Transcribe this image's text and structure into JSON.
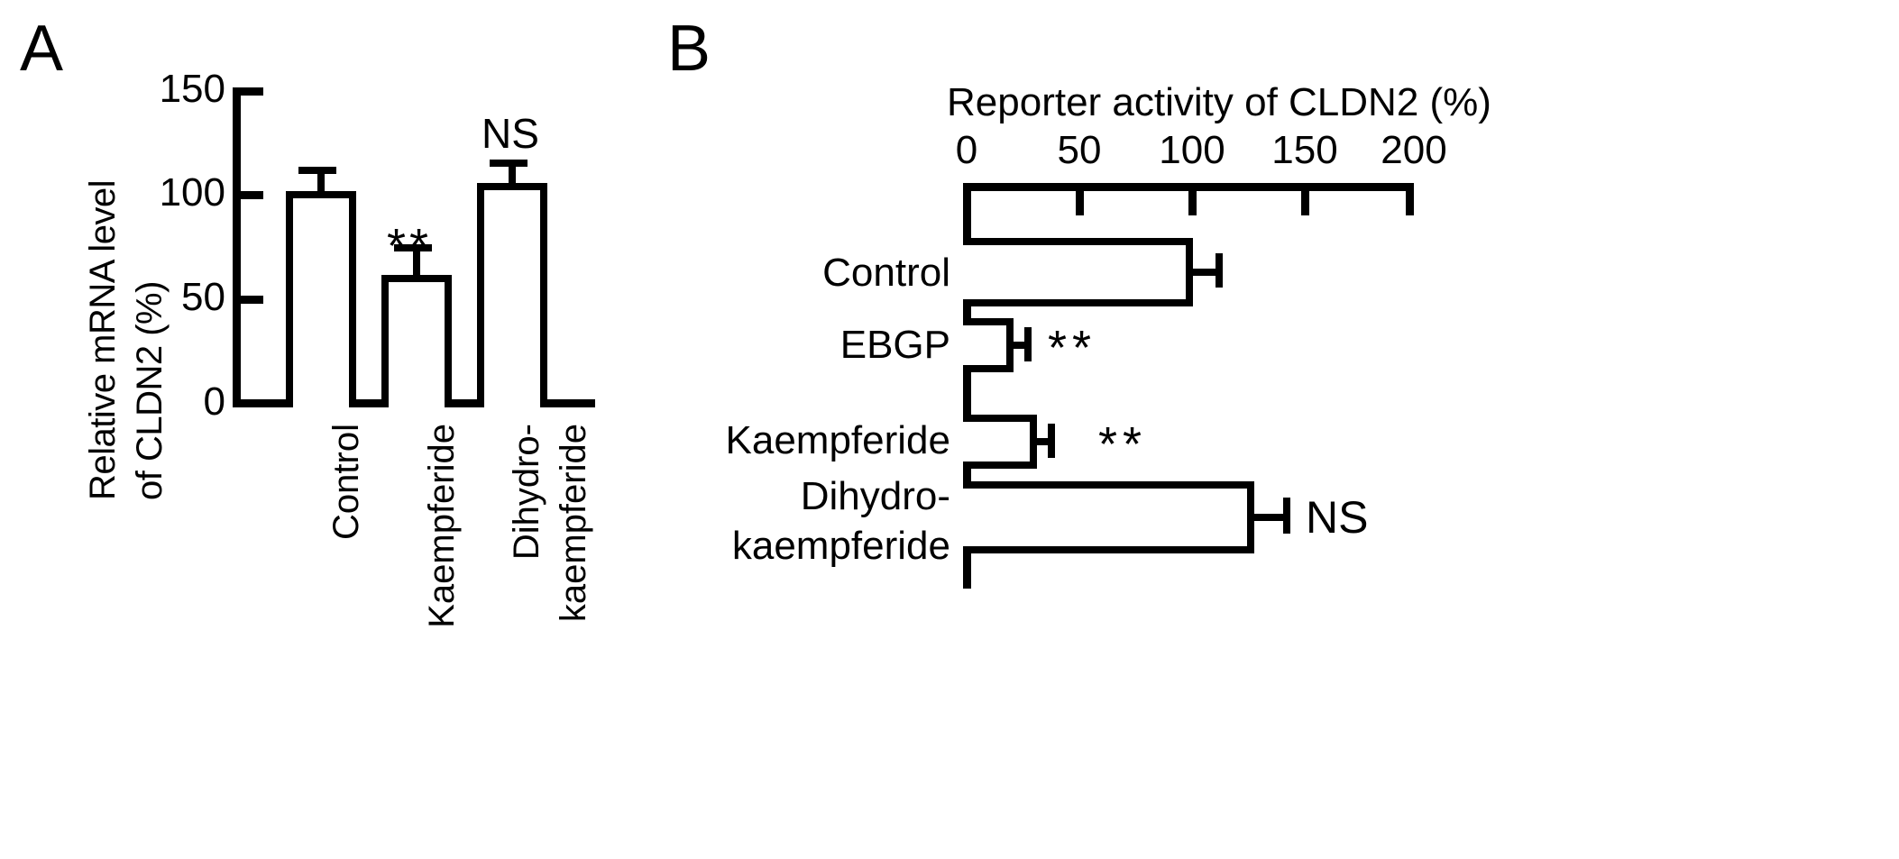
{
  "figure": {
    "panel_a_letter": "A",
    "panel_b_letter": "B"
  },
  "chart_data": [
    {
      "type": "bar",
      "panel": "A",
      "title": "",
      "xlabel": "",
      "ylabel_line1": "Relative mRNA level",
      "ylabel_line2": "of CLDN2 (%)",
      "orientation": "vertical",
      "ylim": [
        0,
        150
      ],
      "yticks": [
        "0",
        "50",
        "100",
        "150"
      ],
      "ytick_values": [
        0,
        50,
        100,
        150
      ],
      "grid": false,
      "legend": "none",
      "categories": [
        "Control",
        "Kaempferide",
        "Dihydro-\nkaempferide"
      ],
      "category_labels": [
        {
          "line1": "Control",
          "line2": ""
        },
        {
          "line1": "Kaempferide",
          "line2": ""
        },
        {
          "line1": "Dihydro-",
          "line2": "kaempferide"
        }
      ],
      "values": [
        100,
        60,
        104
      ],
      "errors": [
        5,
        6,
        4
      ],
      "annotations": [
        "",
        "**",
        "NS"
      ]
    },
    {
      "type": "bar",
      "panel": "B",
      "title": "Reporter activity of CLDN2 (%)",
      "xlabel": "Reporter activity of CLDN2 (%)",
      "ylabel": "",
      "orientation": "horizontal",
      "xlim": [
        0,
        200
      ],
      "xticks": [
        "0",
        "50",
        "100",
        "150",
        "200"
      ],
      "xtick_values": [
        0,
        50,
        100,
        150,
        200
      ],
      "grid": false,
      "legend": "none",
      "categories": [
        "Control",
        "EBGP",
        "Kaempferide",
        "Dihydro-\nkaempferide"
      ],
      "category_labels": [
        {
          "line1": "Control",
          "line2": ""
        },
        {
          "line1": "EBGP",
          "line2": ""
        },
        {
          "line1": "Kaempferide",
          "line2": ""
        },
        {
          "line1": "Dihydro-",
          "line2": "kaempferide"
        }
      ],
      "values": [
        100,
        22,
        33,
        128
      ],
      "errors": [
        10,
        5,
        6,
        11
      ],
      "annotations": [
        "",
        "**",
        "**",
        "NS"
      ]
    }
  ],
  "colors": {
    "ink": "#000000",
    "background": "#ffffff",
    "bar_fill": "#ffffff"
  }
}
